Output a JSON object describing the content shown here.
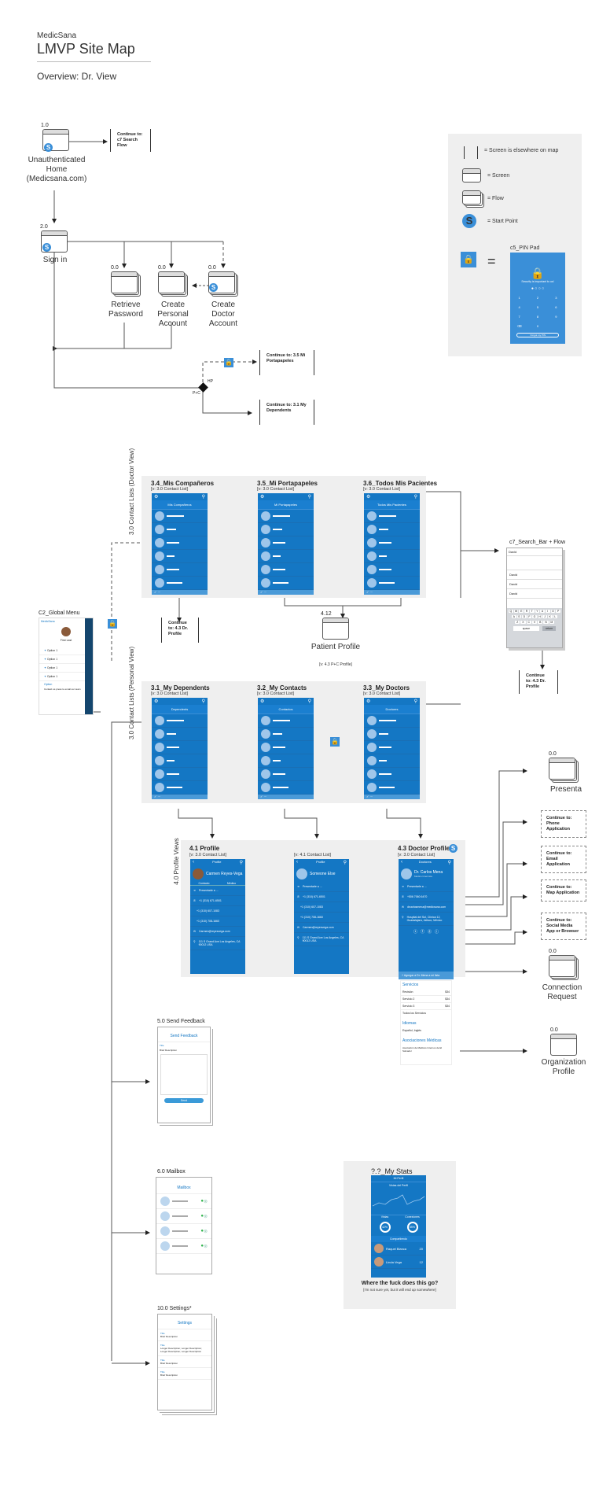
{
  "header": {
    "brand": "MedicSana",
    "title": "LMVP Site Map",
    "subtitle": "Overview: Dr. View"
  },
  "legend": {
    "elsewhere": "= Screen is elsewhere on map",
    "screen": "= Screen",
    "flow": "= Flow",
    "start": "= Start Point",
    "pin_pad_title": "c5_PIN Pad",
    "pin_pad_heading": "Security is important to us!",
    "pin_keys": [
      "1",
      "2",
      "3",
      "4",
      "5",
      "6",
      "7",
      "8",
      "9",
      "⌫",
      "0"
    ],
    "pin_button": "I forgot my PIN"
  },
  "auth": {
    "home": {
      "num": "1.0",
      "label": "Unauthenticated Home (Medicsana.com)"
    },
    "home_continue": "Continue to: c7 Search Flow",
    "signin": {
      "num": "2.0",
      "label": "Sign in"
    },
    "retrieve": {
      "num": "0.0",
      "label": "Retrieve Password"
    },
    "personal": {
      "num": "0.0",
      "label": "Create Personal Account"
    },
    "doctor": {
      "num": "0.0",
      "label": "Create Doctor Account"
    },
    "decision_hp": "HP",
    "decision_pc": "P+C",
    "continue_portapapeles": "Continue to: 3.5 Mi Portapapeles",
    "continue_dependents": "Continue to: 3.1 My Dependents"
  },
  "doctor_lists": {
    "group_label": "3.0 Contact Lists (Doctor View)",
    "screens": [
      {
        "title": "3.4_Mis Compañeros",
        "sub": "[v: 3.0 Contact List]",
        "tab": "Mis Compañeros"
      },
      {
        "title": "3.5_Mi Portapapeles",
        "sub": "[v: 3.0 Contact List]",
        "tab": "Mi Portapapeles"
      },
      {
        "title": "3.6_Todos Mis Pacientes",
        "sub": "[v: 3.0 Contact List]",
        "tab": "Todos Mis Pacientes"
      }
    ],
    "continue_dr_profile": "Continue to: 4.3 Dr. Profile",
    "patient_profile": {
      "num": "4.12",
      "label": "Patient Profile",
      "sub": "[v: 4.3 P+C Profile]"
    }
  },
  "search": {
    "title": "c7_Search_Bar + Flow",
    "query": "David",
    "results": [
      "David",
      "David",
      "David"
    ],
    "keys_row1": [
      "Q",
      "W",
      "E",
      "R",
      "T",
      "Y",
      "U",
      "I",
      "O",
      "P"
    ],
    "keys_row2": [
      "A",
      "S",
      "D",
      "F",
      "G",
      "H",
      "J",
      "K",
      "L"
    ],
    "keys_row3": [
      "Z",
      "X",
      "C",
      "V",
      "B",
      "N",
      "M"
    ],
    "space": "space",
    "return": "return",
    "continue": "Continue to: 4.3 Dr. Profile"
  },
  "global_menu": {
    "title": "C2_Global Menu",
    "brand": "MedicSana",
    "user": "First Last",
    "options": [
      "Option 1",
      "Option 1",
      "Option 1",
      "Option 1"
    ],
    "bottom_option": "Option",
    "bottom_desc": "Contact us press to email our team"
  },
  "personal_lists": {
    "group_label": "3.0 Contact Lists (Personal View)",
    "screens": [
      {
        "title": "3.1_My Dependents",
        "sub": "[v: 3.0 Contact List]",
        "tab": "Dependents"
      },
      {
        "title": "3.2_My Contacts",
        "sub": "[v: 3.0 Contact List]",
        "tab": "Contactos"
      },
      {
        "title": "3.3_My Doctors",
        "sub": "[v: 3.0 Contact List]",
        "tab": "Doctores"
      }
    ]
  },
  "profiles": {
    "group_label": "4.0 Profile Views",
    "p1": {
      "title": "4.1 Profile",
      "sub": "[v: 3.0 Contact List]",
      "header": "Profile",
      "name": "Carmen Reyes-Vega",
      "tabs": [
        "Contacto",
        "Médico"
      ],
      "rows": [
        "Presentarle a ...",
        "+1 (310) 671-6501",
        "+1 (310) 607-1083",
        "+1 (310) 708-1660",
        "Carmen@reyesvega.com",
        "111 S Grand Ave Los Angeles, CA 90012 USA"
      ]
    },
    "p2": {
      "title": "",
      "sub": "[v: 4.1 Contact List]",
      "header": "Profile",
      "name": "Someone Else",
      "rows": [
        "Presentarle a ...",
        "+1 (310) 671-6501",
        "+1 (310) 607-1083",
        "+1 (310) 708-1660",
        "Carmen@reyesvega.com",
        "111 S Grand Ave Los Angeles, CA 90012 USA"
      ]
    },
    "p3": {
      "title": "4.3 Doctor Profile",
      "sub": "[v: 3.0 Contact List]",
      "header": "Doctores",
      "name": "Dr. Carlos Mena",
      "specialty": "Médico Internista",
      "rows": [
        "Presentarle a ...",
        "+506 7060 6470",
        "drcarlosmena@medicsana.com",
        "Hospital del Sol, Clínica 12, Guadalajara, Jalisco, México"
      ],
      "add": "Agregar a Dr. Mena a mi lista",
      "servicios": "Servicios",
      "services": [
        {
          "name": "Revisión",
          "price": "$34"
        },
        {
          "name": "Servicio 2",
          "price": "$34"
        },
        {
          "name": "Servicio 3",
          "price": "$34"
        }
      ],
      "all_services": "Todos los Servicios",
      "idiomas": "Idiomas",
      "languages": "Español, Inglés",
      "asociaciones": "Asociaciones Médicas",
      "association": "Asociación de Médicos Internos de El Salvador"
    }
  },
  "targets": {
    "presenta": {
      "num": "0.0",
      "label": "Presenta"
    },
    "phone": "Continue to: Phone Application",
    "email": "Continue to: Email Application",
    "map": "Continue to: Map Application",
    "social": "Continue to: Social Media App or Browser",
    "connection": {
      "num": "0.0",
      "label": "Connection Request"
    },
    "organization": {
      "num": "0.0",
      "label": "Organization Profile"
    }
  },
  "feedback": {
    "title": "5.0 Send Feedback",
    "header": "Send Feedback",
    "field_title": "Title",
    "field_desc": "Brief Description",
    "button": "Send"
  },
  "mailbox": {
    "title": "6.0 Mailbox",
    "header": "Mailbox",
    "count": 4
  },
  "settings": {
    "title": "10.0 Settings*",
    "header": "Settings",
    "items": [
      {
        "t": "Title",
        "d": "Brief Description"
      },
      {
        "t": "Title",
        "d": "Longer Description; Longer Description; Longer Description; Longer Description"
      },
      {
        "t": "Title",
        "d": "Brief Description"
      },
      {
        "t": "Title",
        "d": "Brief Description"
      }
    ]
  },
  "stats": {
    "title": "?.?_My Stats",
    "header": "Mi Perfil",
    "chart_title": "Vistas del Perfil",
    "col1": "Vistas",
    "col2": "Conexiones",
    "pct1": "42%",
    "pct2": "65%",
    "compare": "Compartiendo",
    "people": [
      {
        "name": "Raquel Blanca",
        "value": "20"
      },
      {
        "name": "Linda Vega",
        "value": "12"
      }
    ],
    "question": "Where the fuck does this go?",
    "note": "[I'm not sure yet, but it will end up somewhere]"
  }
}
